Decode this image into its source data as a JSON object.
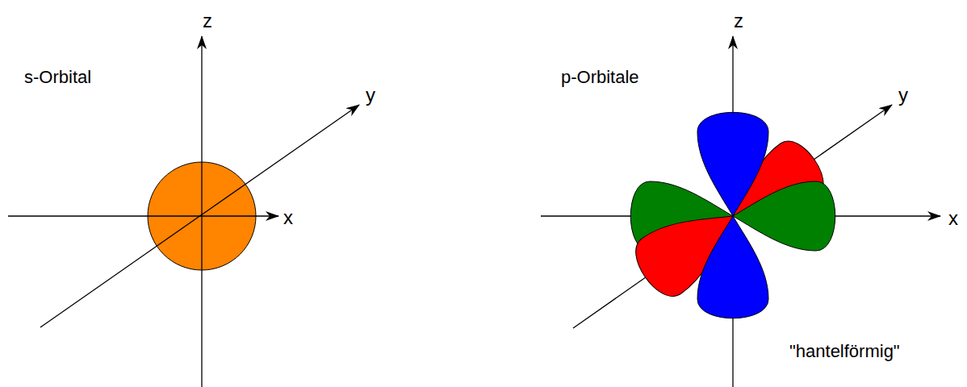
{
  "diagram": {
    "labels": [
      "z",
      "y",
      "x",
      "s-Orbital",
      "z",
      "y",
      "x",
      "p-Orbitale",
      "\"hantelförmig\""
    ]
  }
}
